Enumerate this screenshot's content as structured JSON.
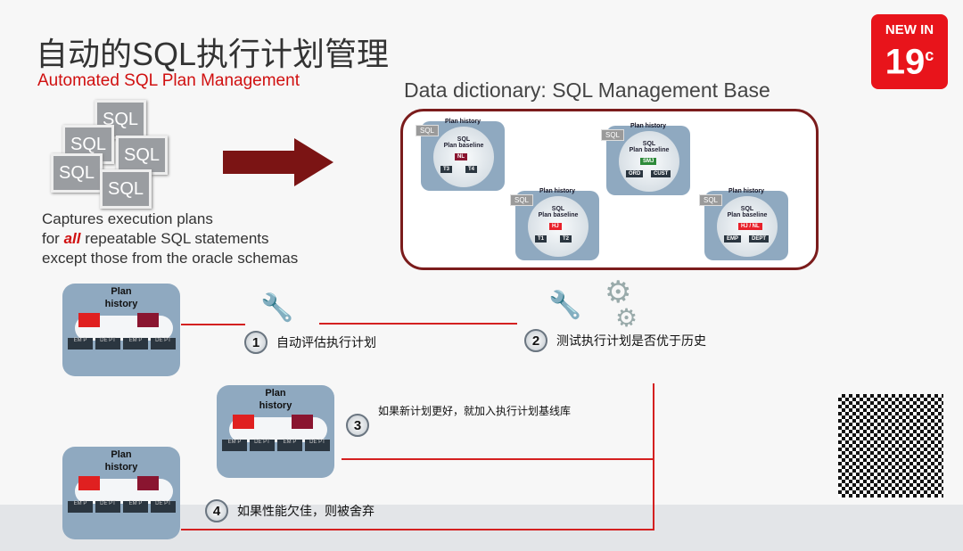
{
  "title": "自动的SQL执行计划管理",
  "subtitle": "Automated SQL Plan Management",
  "badge": {
    "line1": "NEW IN",
    "line2": "19",
    "sup": "c"
  },
  "dd_title": "Data dictionary: SQL Management Base",
  "sql_label": "SQL",
  "captures": {
    "line1": "Captures execution plans",
    "line2_pre": "for ",
    "line2_em": "all",
    "line2_post": " repeatable SQL statements",
    "line3": "except those from the oracle schemas"
  },
  "plan_history": "Plan history",
  "plan_baseline": "Plan baseline",
  "mini_plans": [
    {
      "root": "NL",
      "leaves": [
        "T3",
        "T4"
      ]
    },
    {
      "root": "SMJ",
      "leaves": [
        "ORD",
        "CUST"
      ]
    },
    {
      "root": "HJ",
      "leaves": [
        "T1",
        "T2"
      ]
    },
    {
      "root": "HJ / NL",
      "leaves": [
        "EMP",
        "DEPT"
      ]
    }
  ],
  "big_box": {
    "l1": "Plan",
    "l2": "history",
    "leaves": [
      "EM P",
      "DE PT",
      "EM P",
      "DE PT"
    ]
  },
  "steps": [
    {
      "n": "1",
      "text": "自动评估执行计划"
    },
    {
      "n": "2",
      "text": "测试执行计划是否优于历史"
    },
    {
      "n": "3",
      "text": "如果新计划更好，就加入执行计划基线库"
    },
    {
      "n": "4",
      "text": "如果性能欠佳，则被舍弃"
    }
  ],
  "colors": {
    "accent": "#d01010",
    "arrow": "#7b1414"
  }
}
